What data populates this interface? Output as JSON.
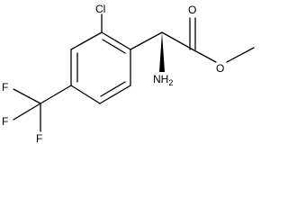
{
  "molecule": {
    "atoms": {
      "chlorine": "Cl",
      "fluorine_1": "F",
      "fluorine_2": "F",
      "fluorine_3": "F",
      "carbonyl_oxygen": "O",
      "ester_oxygen": "O",
      "amine": "NH2"
    },
    "stereo": "wedge-bond"
  },
  "colors": {
    "bond": "#000000",
    "label": "#000000",
    "background": "#ffffff"
  }
}
